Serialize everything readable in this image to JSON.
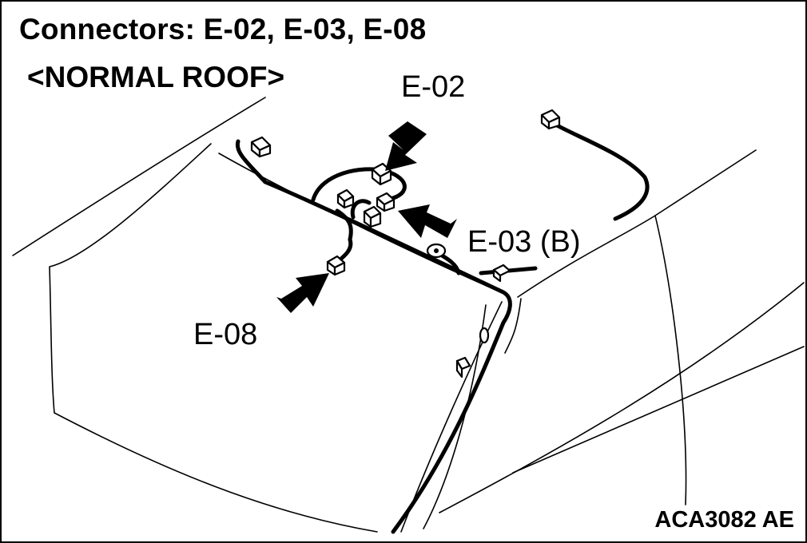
{
  "diagram": {
    "title": "Connectors: E-02, E-03, E-08",
    "subtitle": "<NORMAL ROOF>",
    "labels": {
      "e02": "E-02",
      "e03": "E-03 (B)",
      "e08": "E-08"
    },
    "figure_code": "ACA3082 AE"
  }
}
